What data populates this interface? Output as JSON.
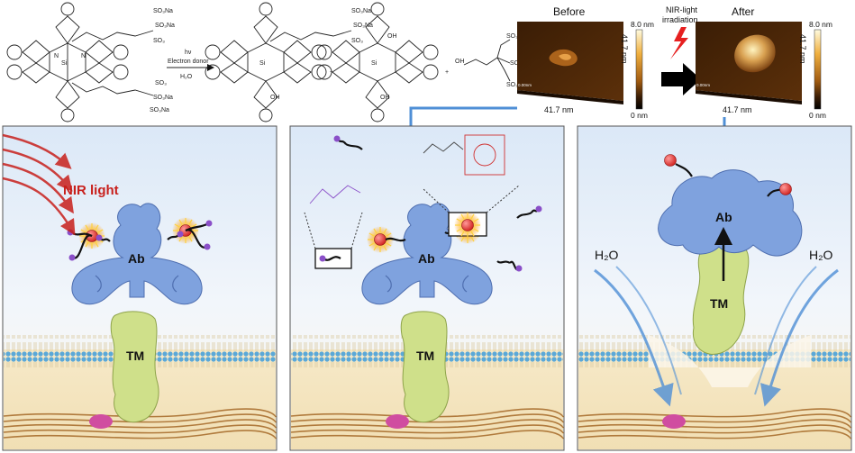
{
  "reaction": {
    "hv": "hν",
    "donor": "Electron donor",
    "solvent": "H₂O",
    "plus": "+",
    "group_so3na": "SO₃Na",
    "group_so3": "SO₃",
    "group_oh": "OH",
    "atom_si": "Si",
    "atom_n": "N"
  },
  "afm": {
    "before_title": "Before",
    "after_title": "After",
    "stimulus_label": [
      "NIR-light",
      "irradiation"
    ],
    "scale_top": "8.0 nm",
    "scale_bottom": "0 nm",
    "side_axis": "41.7 nm",
    "bottom_axis": "41.7 nm",
    "corner_tag": "0.00nm",
    "colorbar": [
      "#fffbe0",
      "#f0b040",
      "#a05a10",
      "#3a1d05",
      "#000000"
    ]
  },
  "panels": {
    "left": {
      "light_label": "NIR light",
      "antibody": "Ab",
      "target": "TM"
    },
    "middle": {
      "antibody": "Ab",
      "target": "TM"
    },
    "right": {
      "antibody": "Ab",
      "target": "TM",
      "water_left": "H₂O",
      "water_right": "H₂O"
    }
  },
  "colors": {
    "antibody": "#7fa2de",
    "antibody_edge": "#4f6fb0",
    "target": "#cfe08a",
    "target_edge": "#8ea34a",
    "dye": "#e84040",
    "glow": "#ffd23a",
    "ligand": "#8a4fc8",
    "nir": "#c8201c",
    "arrow_blue": "#4f8fd6",
    "membrane_head": "#5aa8d8",
    "fiber": "#b07a3c",
    "anchor": "#d04da0"
  }
}
